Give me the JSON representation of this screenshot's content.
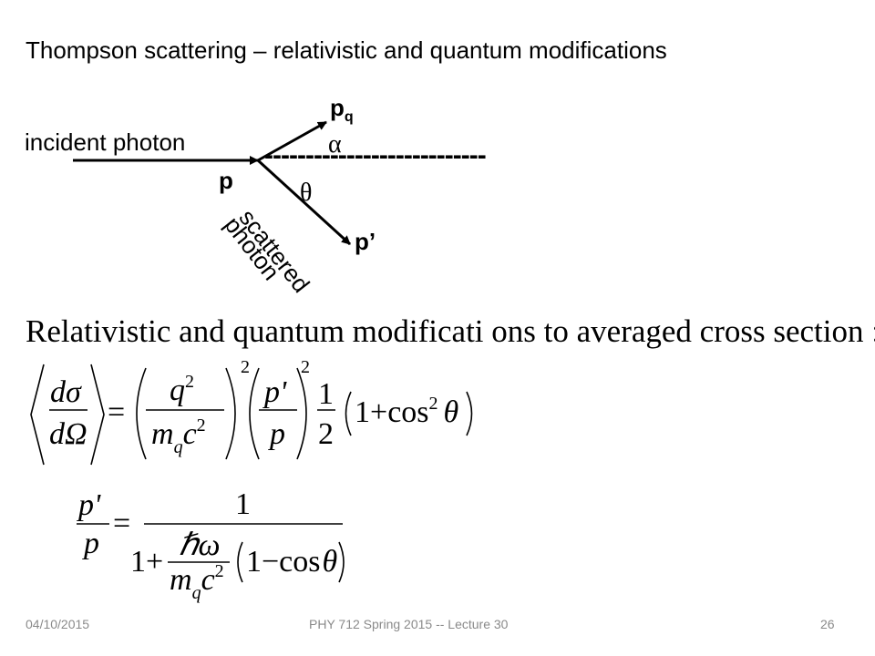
{
  "slide": {
    "title": "Thompson scattering –  relativistic and quantum modifications",
    "diagram": {
      "incident_label": "incident photon",
      "p_label": "p",
      "pq_base": "p",
      "pq_sub": "q",
      "alpha": "α",
      "theta": "θ",
      "pprime_label": "p’",
      "scattered_label": "scattered",
      "photon_label": "photon",
      "dashes": "---------------------------"
    },
    "equations": {
      "heading": "Relativistic and quantum modificati ons to averaged cross section :",
      "eq1": {
        "lhs_num": "dσ",
        "lhs_den": "dΩ",
        "equals": "=",
        "frac1_num": "q",
        "frac1_num_sup": "2",
        "frac1_den_m": "m",
        "frac1_den_sub": "q",
        "frac1_den_c": "c",
        "frac1_den_sup": "2",
        "outer_sup1": "2",
        "frac2_num": "p'",
        "frac2_den": "p",
        "outer_sup2": "2",
        "half_num": "1",
        "half_den": "2",
        "paren_one": "1+",
        "cos": "cos",
        "cos_sup": "2",
        "theta": "θ"
      },
      "eq2": {
        "lhs_num": "p'",
        "lhs_den": "p",
        "equals": "=",
        "rhs_num": "1",
        "den_one": "1+",
        "hbar_omega": "ℏω",
        "den_m": "m",
        "den_sub": "q",
        "den_c": "c",
        "den_sup": "2",
        "paren_expr": "1−cos",
        "theta": "θ"
      }
    },
    "footer": {
      "date": "04/10/2015",
      "course": "PHY 712  Spring 2015 -- Lecture 30",
      "page": "26"
    }
  }
}
